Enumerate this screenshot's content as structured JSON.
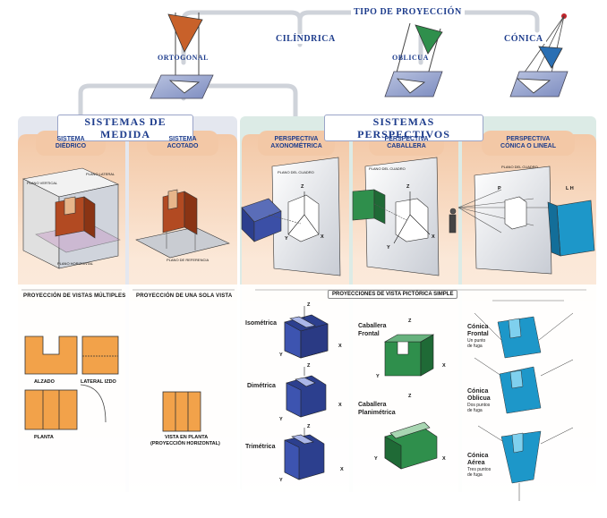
{
  "header": {
    "tipo": "TIPO DE PROYECCIÓN",
    "cilindrica": "CILÍNDRICA",
    "conica": "CÓNICA",
    "ortogonal": "ORTOGONAL",
    "oblicua": "OBLICUA"
  },
  "sections": {
    "medida": "SISTEMAS DE MEDIDA",
    "perspectivos": "SISTEMAS PERSPECTIVOS"
  },
  "columns": {
    "diedrico": [
      "SISTEMA",
      "DIÉDRICO"
    ],
    "acotado": [
      "SISTEMA",
      "ACOTADO"
    ],
    "axonometrica": [
      "PERSPECTIVA",
      "AXONOMÉTRICA"
    ],
    "caballera": [
      "PERSPECTIVA",
      "CABALLERA"
    ],
    "conica": [
      "PERSPECTIVA",
      "CÓNICA O LINEAL"
    ]
  },
  "plane_labels": {
    "plano_cuadro": "PLANO DEL CUADRO",
    "lh": "L H"
  },
  "subtitles": {
    "vistas_multiples": "PROYECCIÓN DE VISTAS MÚLTIPLES",
    "sola_vista": "PROYECCIÓN DE UNA SOLA VISTA",
    "pictorica": "PROYECCIONES DE VISTA PICTÓRICA SIMPLE"
  },
  "views": {
    "alzado": "ALZADO",
    "lateral": "LATERAL IZDO",
    "planta": "PLANTA",
    "vista_planta_1": "VISTA EN PLANTA",
    "vista_planta_2": "(PROYECCIÓN HORIZONTAL)"
  },
  "axonometric_types": {
    "isometrica": "Isométrica",
    "dimetrica": "Dimétrica",
    "trimetrica": "Trimétrica"
  },
  "caballera_types": {
    "frontal": [
      "Caballera",
      "Frontal"
    ],
    "planimetrica": [
      "Caballera",
      "Planimétrica"
    ]
  },
  "conica_types": {
    "frontal": [
      "Cónica",
      "Frontal",
      "Un punto",
      "de fuga"
    ],
    "oblicua": [
      "Cónica",
      "Oblicua",
      "Dos puntos",
      "de fuga"
    ],
    "aerea": [
      "Cónica",
      "Aérea",
      "Tres puntos",
      "de fuga"
    ]
  },
  "axes": {
    "x": "X",
    "y": "Y",
    "z": "Z",
    "p": "P"
  },
  "colors": {
    "title_blue": "#1d3c8c",
    "peach": "#f7d6bd",
    "panel_grey": "#e4e7ef",
    "panel_green": "#dcebe6",
    "brown": "#b24a22",
    "orange_view": "#f2a24a",
    "navy": "#2c3f8e",
    "green_part": "#2f8f4c",
    "cyan_part": "#1d97c9"
  }
}
